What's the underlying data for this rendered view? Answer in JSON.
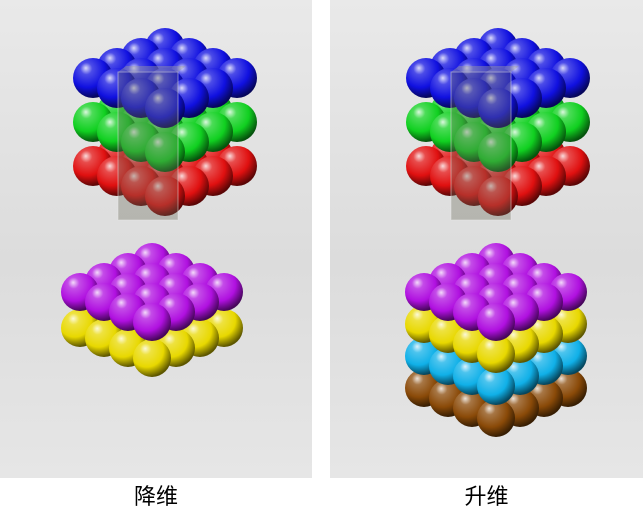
{
  "panels": [
    {
      "caption": "降维",
      "top_stack": [
        "blue",
        "green",
        "red"
      ],
      "bottom_stack": [
        "purple",
        "yellow"
      ],
      "highlight_column": true
    },
    {
      "caption": "升维",
      "top_stack": [
        "blue",
        "green",
        "red"
      ],
      "bottom_stack": [
        "purple",
        "yellow",
        "cyan",
        "brown"
      ],
      "highlight_column": true
    }
  ],
  "colors": {
    "blue": "#1010e0",
    "green": "#10d020",
    "red": "#e01010",
    "purple": "#b010e0",
    "yellow": "#e8d800",
    "cyan": "#10b0e8",
    "brown": "#8a4a08"
  },
  "layout_counts": {
    "rows": 4,
    "cols": 4
  }
}
